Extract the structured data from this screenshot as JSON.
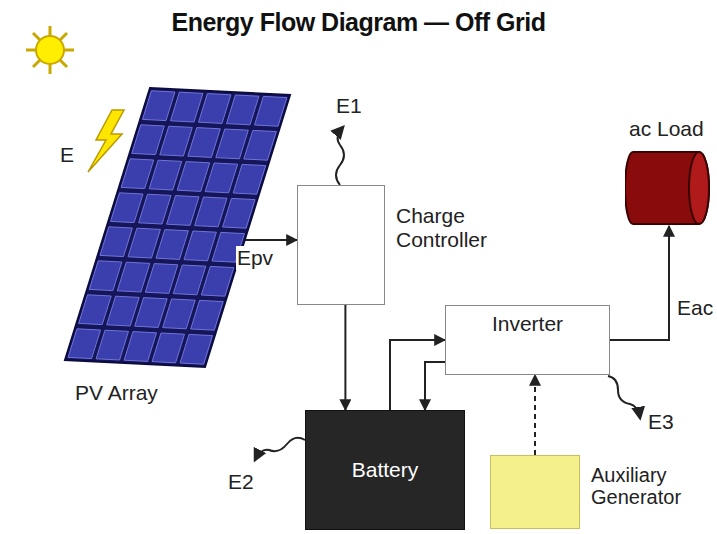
{
  "diagram": {
    "title": "Energy Flow Diagram — Off Grid",
    "nodes": [
      {
        "text": [
          "PV Array"
        ]
      },
      {
        "text": [
          "Charge Controller"
        ]
      },
      {
        "text": [
          "ac Load"
        ]
      },
      {
        "text": [
          "Inverter"
        ]
      },
      {
        "text": [
          "Battery"
        ]
      },
      {
        "text": [
          "Auxiliary Generator"
        ]
      }
    ],
    "edges": [
      {
        "from": 0,
        "to": 1,
        "arrow": "to",
        "label": "Epv"
      },
      {
        "from": 1,
        "to": 4,
        "arrow": "to"
      },
      {
        "from": 4,
        "to": 3,
        "arrow": "to"
      },
      {
        "from": 3,
        "to": 4,
        "arrow": "to"
      },
      {
        "from": 3,
        "to": 2,
        "arrow": "to",
        "label": "Eac"
      },
      {
        "from": 5,
        "to": 3,
        "arrow": "to"
      }
    ],
    "labels": [
      "E",
      "E1",
      "E2",
      "E3"
    ]
  }
}
